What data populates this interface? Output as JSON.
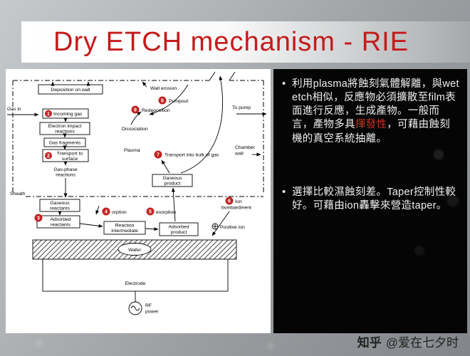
{
  "title": "Dry ETCH mechanism - RIE",
  "watermark": {
    "brand": "知乎",
    "handle": "@爱在七夕时"
  },
  "colors": {
    "title": "#c41b1b",
    "highlight": "#cc3322",
    "number_badge": "#c42222",
    "notes_panel_bg": "#050505",
    "diagram_panel_bg": "#ffffff"
  },
  "bullets": [
    {
      "segments": [
        {
          "text": "利用plasma將蝕刻氣體解離，與wet etch相似，反應物必須擴散至film表面進行反應，生成產物。一般而言，產物多具",
          "highlight": false
        },
        {
          "text": "揮發性",
          "highlight": true
        },
        {
          "text": "，可藉由蝕刻機的真空系統抽離。",
          "highlight": false
        }
      ]
    },
    {
      "segments": [
        {
          "text": "選擇比較濕蝕刻差。Taper控制性較好。可藉由ion轟擊來營造taper。",
          "highlight": false
        }
      ]
    }
  ],
  "diagram": {
    "gas_in": "Gas in",
    "to_pump": "To pump",
    "deposition_on_wall": "Deposition on wall",
    "wall_erosion": "Wall erosion",
    "pumpout": "Pumpout",
    "redeposition": "Redeposition",
    "incoming_gas": "Incoming gas",
    "electron_impact_line1": "Electron impact",
    "electron_impact_line2": "reactions",
    "gas_fragments": "Gas fragments",
    "dissociation": "Dissociation",
    "plasma": "Plasma",
    "transport_surface_line1": "Transport to",
    "transport_surface_line2": "surface",
    "gas_phase_line1": "Gas-phase",
    "gas_phase_line2": "reactions",
    "transport_bulk": "Transport into bulk of gas",
    "chamber_wall_line1": "Chamber",
    "chamber_wall_line2": "wall",
    "gaseous_product_line1": "Gaseous",
    "gaseous_product_line2": "product",
    "sheath": "Sheath",
    "gaseous_reactants_line1": "Gaseous",
    "gaseous_reactants_line2": "reactants",
    "ion_line1": "Ion",
    "ion_line2": "bombardment",
    "positive_ion": "Positive ion",
    "adsorption": "orption",
    "desorption": "esorption",
    "adsorbed_reactants_line1": "Adsorbed",
    "adsorbed_reactants_line2": "reactants",
    "reaction_intermediate_line1": "Reaction",
    "reaction_intermediate_line2": "Intermediate",
    "adsorbed_product_line1": "Adsorbed",
    "adsorbed_product_line2": "product",
    "wafer": "Wafer",
    "electrode": "Electrode",
    "rf_line1": "RF",
    "rf_line2": "power",
    "n1": "1",
    "n2": "2",
    "n3": "3",
    "n4": "4",
    "n5": "5",
    "n6": "6",
    "n7": "7",
    "n8": "8",
    "n9": "9"
  }
}
